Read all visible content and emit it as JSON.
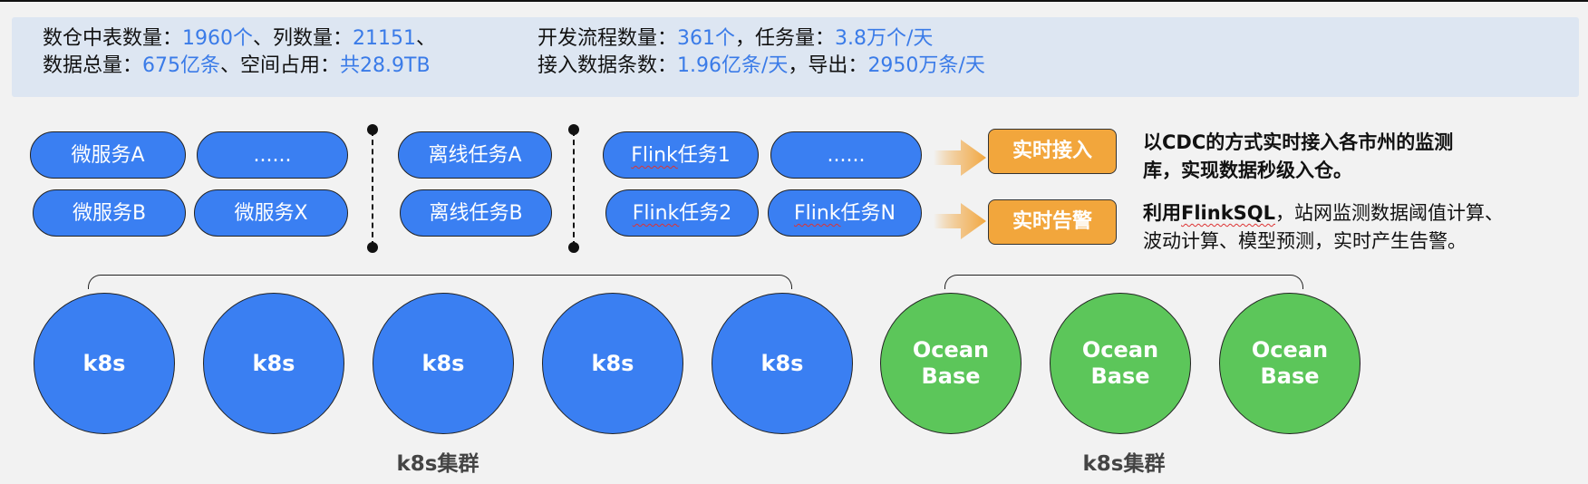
{
  "stats": {
    "left": {
      "line1": [
        {
          "text": "数仓中表数量：",
          "highlight": false
        },
        {
          "text": "1960个",
          "highlight": true
        },
        {
          "text": "、列数量：",
          "highlight": false
        },
        {
          "text": "21151",
          "highlight": true
        },
        {
          "text": "、",
          "highlight": false
        }
      ],
      "line2": [
        {
          "text": "数据总量：",
          "highlight": false
        },
        {
          "text": "675亿条",
          "highlight": true
        },
        {
          "text": "、空间占用：",
          "highlight": false
        },
        {
          "text": "共28.9TB",
          "highlight": true
        }
      ]
    },
    "right": {
      "line1": [
        {
          "text": "开发流程数量：",
          "highlight": false
        },
        {
          "text": "361个",
          "highlight": true
        },
        {
          "text": "，任务量：",
          "highlight": false
        },
        {
          "text": "3.8万个/天",
          "highlight": true
        }
      ],
      "line2": [
        {
          "text": "接入数据条数：",
          "highlight": false
        },
        {
          "text": "1.96亿条/天",
          "highlight": true
        },
        {
          "text": "，导出：",
          "highlight": false
        },
        {
          "text": "2950万条/天",
          "highlight": true
        }
      ]
    }
  },
  "services": {
    "microservices": [
      "微服务A",
      "......",
      "微服务B",
      "微服务X"
    ],
    "offline_tasks": [
      "离线任务A",
      "离线任务B"
    ],
    "flink_tasks": [
      {
        "prefix": "Flink",
        "suffix": "任务1"
      },
      {
        "prefix": "",
        "suffix": "......"
      },
      {
        "prefix": "Flink",
        "suffix": "任务2"
      },
      {
        "prefix": "Flink",
        "suffix": "任务N"
      }
    ]
  },
  "actions": {
    "realtime_ingest": "实时接入",
    "realtime_alert": "实时告警"
  },
  "descriptions": {
    "ingest": {
      "line1": "以CDC的方式实时接入各市州的监测",
      "line2": "库，实现数据秒级入仓。"
    },
    "alert": {
      "bold_prefix": "利用",
      "bold_keyword": "FlinkSQL",
      "line1_rest": "，站网监测数据阈值计算、",
      "line2": "波动计算、模型预测，实时产生告警。"
    }
  },
  "clusters": {
    "k8s_nodes": [
      "k8s",
      "k8s",
      "k8s",
      "k8s",
      "k8s"
    ],
    "oceanbase_nodes": [
      [
        "Ocean",
        "Base"
      ],
      [
        "Ocean",
        "Base"
      ],
      [
        "Ocean",
        "Base"
      ]
    ],
    "k8s_label": "k8s集群",
    "oceanbase_label": "k8s集群"
  },
  "colors": {
    "accent_blue": "#3a7ff2",
    "highlight_text": "#3a7be8",
    "orange": "#f2a63c",
    "green": "#5cc65a",
    "banner_bg": "#dde6f2"
  }
}
